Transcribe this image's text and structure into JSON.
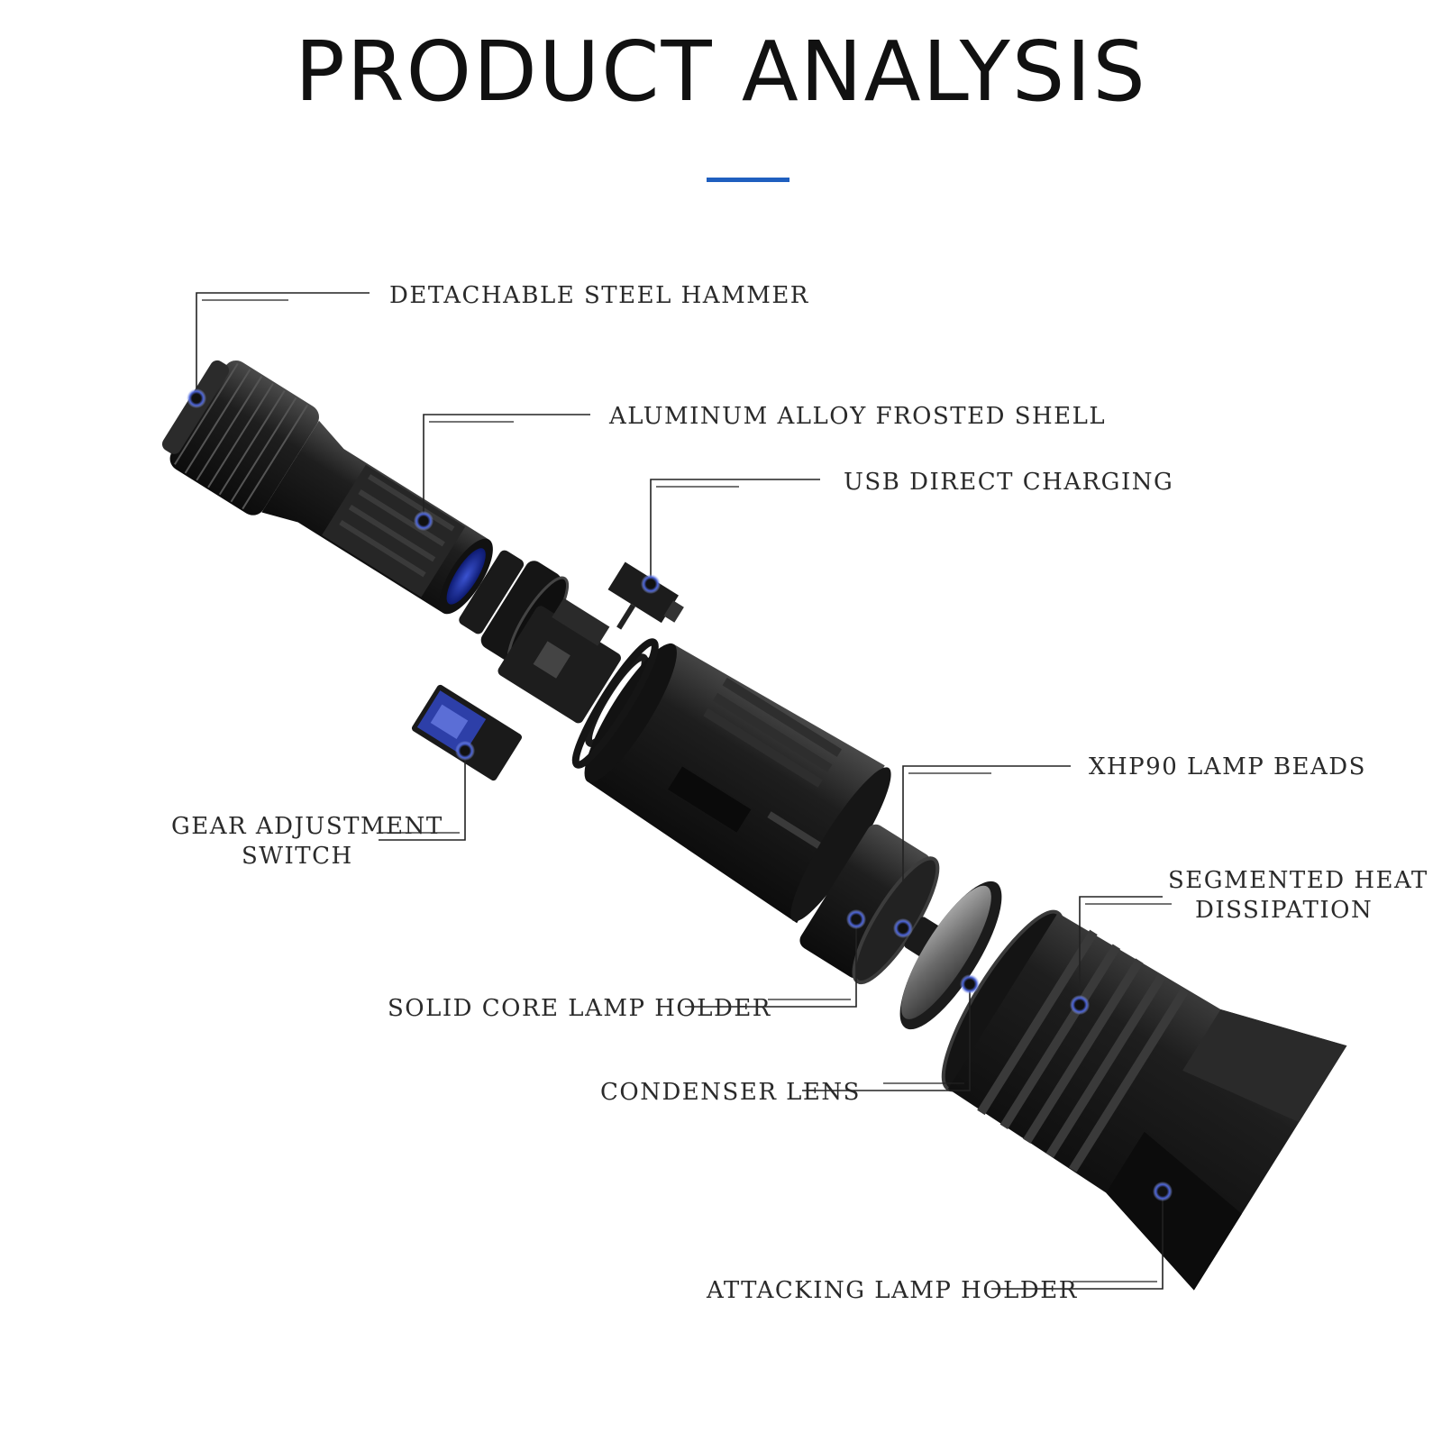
{
  "title": "PRODUCT ANALYSIS",
  "colors": {
    "accent": "#1f5fbf",
    "component_body": "#1b1b1b",
    "component_highlight": "#3c3c3c",
    "marker_blue": "#2a3fb0"
  },
  "callouts": {
    "hammer": "DETACHABLE STEEL HAMMER",
    "shell": "ALUMINUM ALLOY FROSTED SHELL",
    "usb": "USB DIRECT CHARGING",
    "switch_line1": "GEAR ADJUSTMENT",
    "switch_line2": "SWITCH",
    "beads": "XHP90 LAMP BEADS",
    "heat_line1": "SEGMENTED HEAT",
    "heat_line2": "DISSIPATION",
    "holder": "SOLID CORE LAMP HOLDER",
    "lens": "CONDENSER LENS",
    "attack": "ATTACKING LAMP HOLDER"
  }
}
